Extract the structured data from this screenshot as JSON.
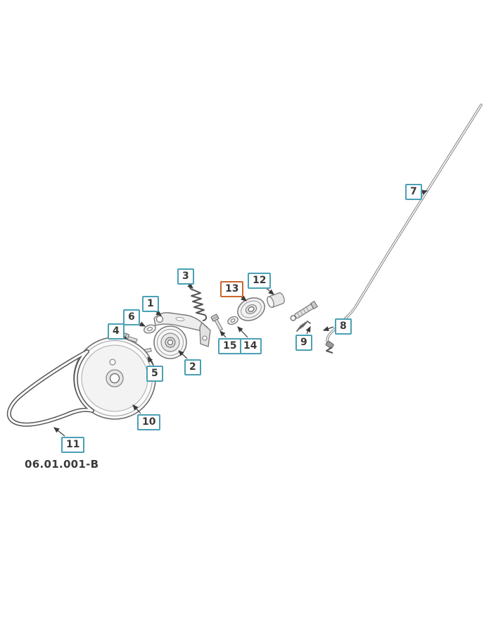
{
  "diagram": {
    "code": "06.01.001-B",
    "colors": {
      "callout_border": "#4aa0b5",
      "highlight_border": "#c9662e",
      "line": "#6e6e6e",
      "text": "#3a3a3a"
    },
    "callouts": [
      {
        "number": "1",
        "highlight": false
      },
      {
        "number": "2",
        "highlight": false
      },
      {
        "number": "3",
        "highlight": false
      },
      {
        "number": "4",
        "highlight": false
      },
      {
        "number": "5",
        "highlight": false
      },
      {
        "number": "6",
        "highlight": false
      },
      {
        "number": "7",
        "highlight": false
      },
      {
        "number": "8",
        "highlight": false
      },
      {
        "number": "9",
        "highlight": false
      },
      {
        "number": "10",
        "highlight": false
      },
      {
        "number": "11",
        "highlight": false
      },
      {
        "number": "12",
        "highlight": false
      },
      {
        "number": "13",
        "highlight": true
      },
      {
        "number": "14",
        "highlight": false
      },
      {
        "number": "15",
        "highlight": false
      }
    ]
  }
}
